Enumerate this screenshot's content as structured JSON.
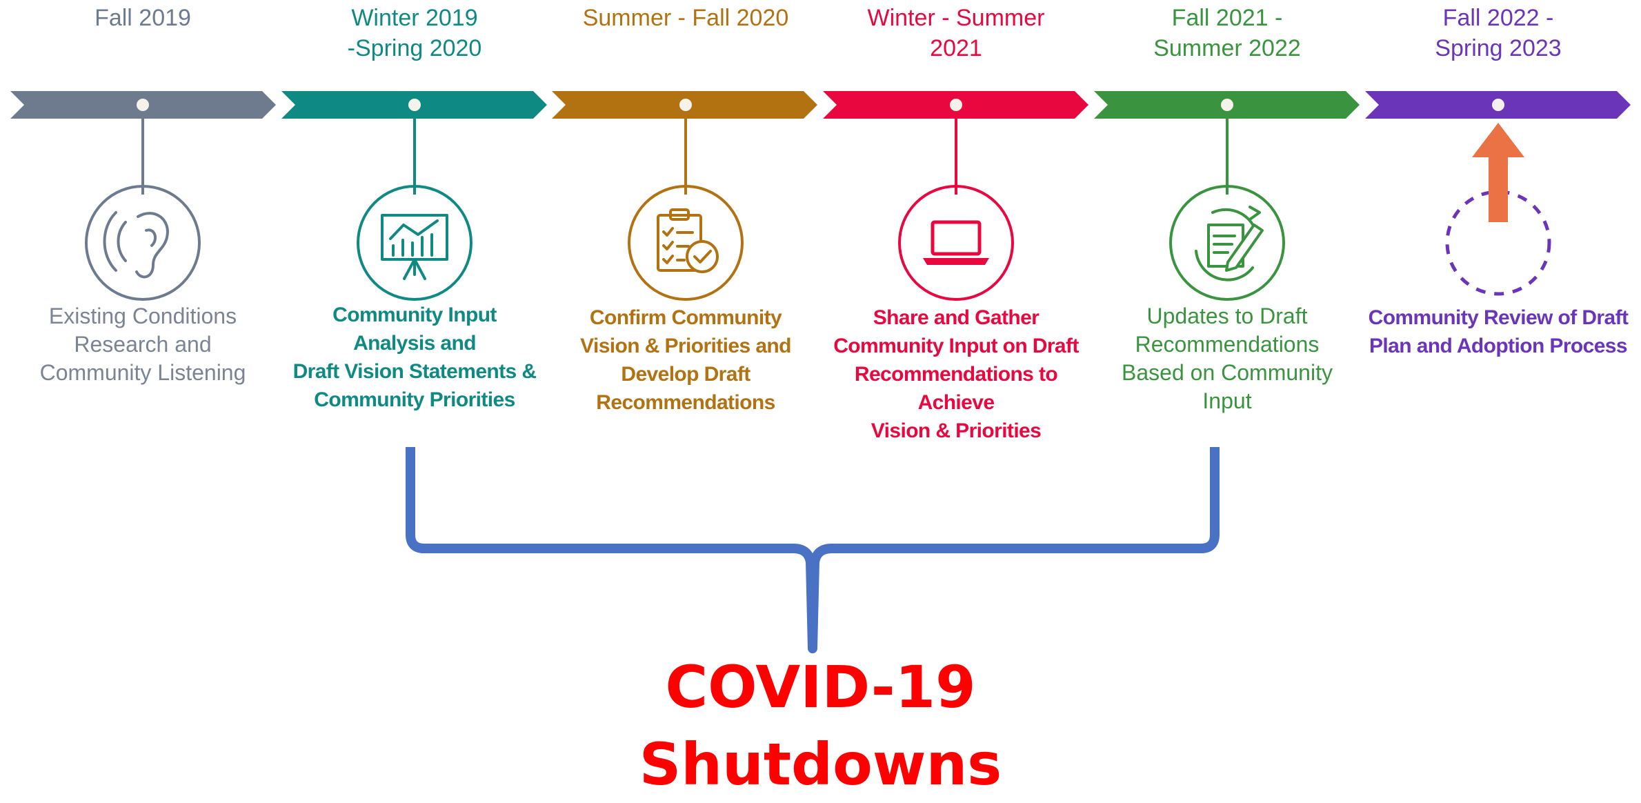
{
  "phases": [
    {
      "period": "Fall 2019",
      "description": "Existing Conditions\nResearch and\nCommunity Listening",
      "color": "#6e7b8e",
      "icon": "ear-icon"
    },
    {
      "period": "Winter 2019\n-Spring 2020",
      "description": "Community Input\nAnalysis and\nDraft Vision Statements &\nCommunity Priorities",
      "color": "#0f8a82",
      "icon": "presentation-chart-icon"
    },
    {
      "period": "Summer - Fall  2020",
      "description": "Confirm Community\nVision & Priorities and\nDevelop Draft\nRecommendations",
      "color": "#b27212",
      "icon": "clipboard-check-icon"
    },
    {
      "period": "Winter - Summer\n2021",
      "description": "Share and Gather\nCommunity Input on Draft\nRecommendations to\nAchieve\nVision & Priorities",
      "color": "#e8083f",
      "icon": "laptop-icon"
    },
    {
      "period": "Fall 2021 -\nSummer 2022",
      "description": "Updates to Draft\nRecommendations\nBased on Community\nInput",
      "color": "#3a943f",
      "icon": "document-edit-icon"
    },
    {
      "period": "Fall 2022 -\nSpring 2023",
      "description": "Community Review of Draft\nPlan and Adoption Process",
      "color": "#6a35b8",
      "icon": "up-arrow-icon"
    }
  ],
  "covid": {
    "label": "COVID-19\nShutdowns",
    "color": "#ff0000",
    "brace_color": "#4a72c4"
  },
  "arrow_color": "#ea7245"
}
